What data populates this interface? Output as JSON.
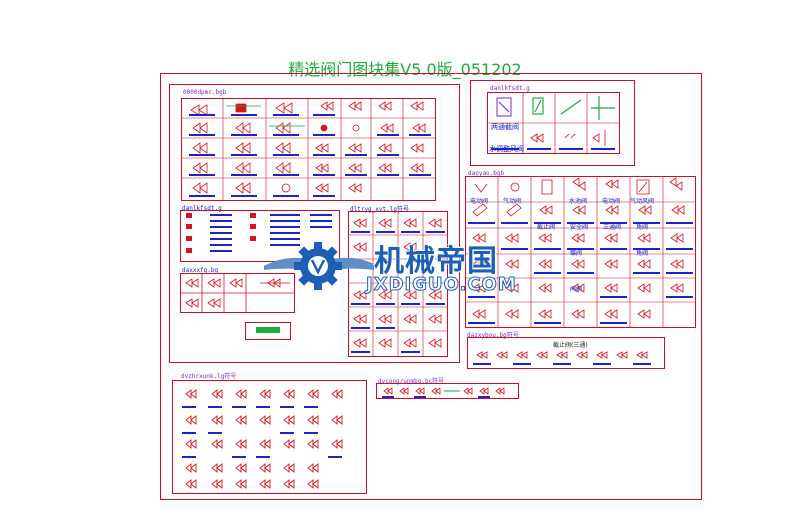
{
  "drawing": {
    "title": "精选阀门图块集V5.0版_051202",
    "watermark_cn": "机械帝国",
    "watermark_en": "JXDIGUO.COM"
  },
  "blocks": {
    "b1": "0000dpmc.bgb",
    "b2": "danlkfsdt.g",
    "b3": "daoyao.bgb",
    "b4": "dltryg_xvt.lg符号",
    "b5": "dazxybou.bg符号",
    "b6": "dvzhrxunk.lg符号",
    "b7": "dvcong/unmbq.bc符号",
    "b8": "daxxxfg.bg"
  },
  "labels": {
    "top_right_1": "两通截阀",
    "top_right_2": "水调整风阀",
    "r1": "电动阀",
    "r2": "气动阀",
    "r3": "水池阀",
    "r4": "电动阀",
    "r5": "气动风阀",
    "r6": "角阀",
    "r7": "截止阀",
    "r8": "安全阀",
    "r9": "三通阀",
    "r10": "角阀",
    "r11": "蝶阀",
    "r12": "闸阀",
    "small_table": "截止阀(三通)"
  },
  "colors": {
    "frame": "#c8102e",
    "symbol_blue": "#1a24c8",
    "symbol_red": "#d4141e",
    "title_green": "#1faa3f",
    "watermark_blue": "#1d5fb5"
  }
}
